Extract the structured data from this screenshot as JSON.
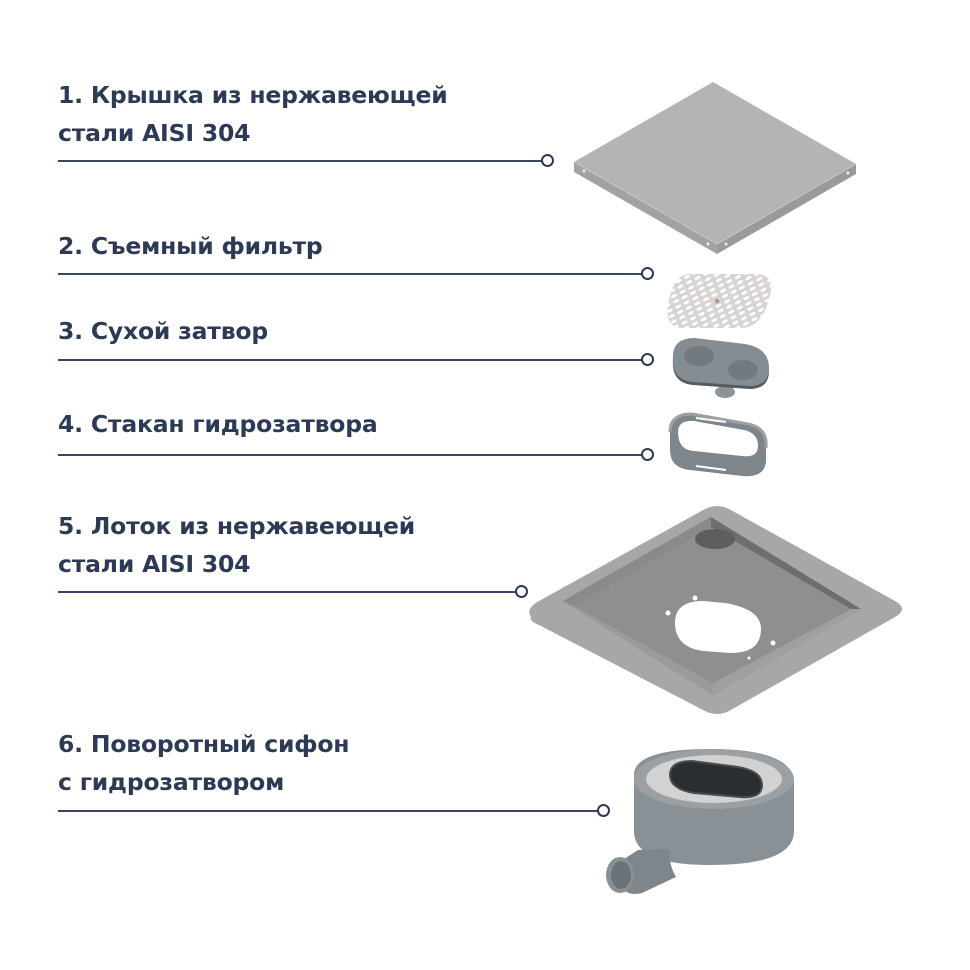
{
  "diagram": {
    "type": "exploded-view",
    "subject": "shower floor drain components",
    "colors": {
      "text": "#2d3a55",
      "leader_line": "#3a4560",
      "steel_light": "#bdbdbd",
      "plastic_grey": "#8a9196"
    },
    "parts": [
      {
        "number": "1.",
        "line1": "1. Крышка из нержавеющей",
        "line2": "стали AISI 304",
        "icon": "steel-cover-plate"
      },
      {
        "number": "2.",
        "line1": "2. Съемный фильтр",
        "line2": "",
        "icon": "perforated-filter"
      },
      {
        "number": "3.",
        "line1": "3. Сухой затвор",
        "line2": "",
        "icon": "dry-trap"
      },
      {
        "number": "4.",
        "line1": "4. Стакан гидрозатвора",
        "line2": "",
        "icon": "water-seal-cup"
      },
      {
        "number": "5.",
        "line1": "5. Лоток из нержавеющей",
        "line2": "стали AISI 304",
        "icon": "steel-drain-tray"
      },
      {
        "number": "6.",
        "line1": "6. Поворотный сифон",
        "line2": "с гидрозатвором",
        "icon": "rotary-siphon"
      }
    ]
  }
}
